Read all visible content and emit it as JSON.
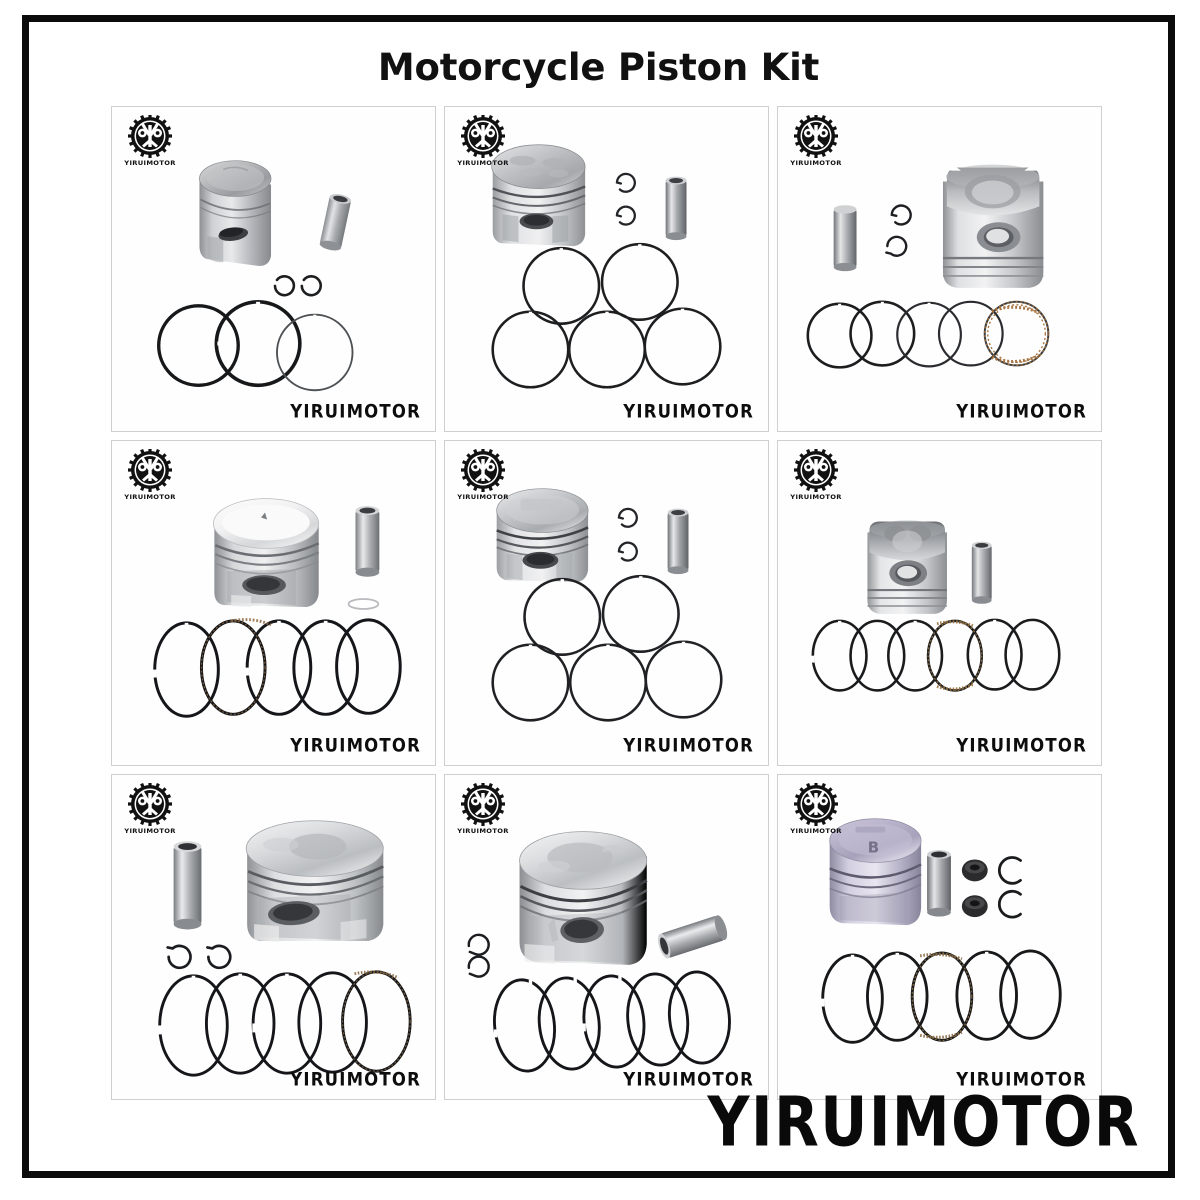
{
  "page": {
    "title": "Motorcycle Piston Kit",
    "brand": "YIRUIMOTOR",
    "border_color": "#0b0b0b",
    "background_color": "#ffffff",
    "title_color": "#111111"
  },
  "logo": {
    "name": "yiruimotor-gear-logo",
    "text": "YIRUIMOTOR",
    "color": "#111111"
  },
  "footer": {
    "watermark": "YIRUIMOTOR"
  },
  "grid": {
    "rows": 3,
    "columns": 3,
    "cells": [
      {
        "id": "cell-1",
        "watermark": "YIRUIMOTOR",
        "contents": "2-stroke piston, wrist pin, 2 circlips, 3 piston rings",
        "piston_view": "angled-top",
        "ring_count": 3,
        "clip_count": 2,
        "pin_count": 1
      },
      {
        "id": "cell-2",
        "watermark": "YIRUIMOTOR",
        "contents": "4-stroke valve-relief piston, wrist pin, 2 circlips, 5 piston rings",
        "piston_view": "angled-top",
        "ring_count": 5,
        "clip_count": 2,
        "pin_count": 1
      },
      {
        "id": "cell-3",
        "watermark": "YIRUIMOTOR",
        "contents": "Large bore piston, wrist pin, 2 circlips, 5 piston rings with oil expander",
        "piston_view": "front-bowl",
        "ring_count": 5,
        "clip_count": 2,
        "pin_count": 1
      },
      {
        "id": "cell-4",
        "watermark": "YIRUIMOTOR",
        "contents": "Dome-top piston, wrist pin, 1 circlip, 5 overlapping piston rings",
        "piston_view": "angled-dome",
        "ring_count": 5,
        "clip_count": 1,
        "pin_count": 1
      },
      {
        "id": "cell-5",
        "watermark": "YIRUIMOTOR",
        "contents": "Flat-top piston, wrist pin, 2 circlips, 5 piston rings",
        "piston_view": "angled-flat",
        "ring_count": 5,
        "clip_count": 2,
        "pin_count": 1
      },
      {
        "id": "cell-6",
        "watermark": "YIRUIMOTOR",
        "contents": "Piston front view, wrist pin, 5 overlapping piston rings with expander",
        "piston_view": "front-bowl",
        "ring_count": 5,
        "clip_count": 0,
        "pin_count": 1
      },
      {
        "id": "cell-7",
        "watermark": "YIRUIMOTOR",
        "contents": "Large angled piston, wrist pin, 2 circlips, 5 overlapping piston rings",
        "piston_view": "angled-top",
        "ring_count": 5,
        "clip_count": 2,
        "pin_count": 1
      },
      {
        "id": "cell-8",
        "watermark": "YIRUIMOTOR",
        "contents": "Large valve-relief piston, angled wrist pin, 2 circlips, 5 overlapping rings",
        "piston_view": "angled-top",
        "ring_count": 5,
        "clip_count": 2,
        "pin_count": 1
      },
      {
        "id": "cell-9",
        "watermark": "YIRUIMOTOR",
        "contents": "B-marked piston, wrist pin, 2 bushings, 2 circlips, 5 overlapping rings",
        "piston_view": "angled-flat",
        "ring_count": 5,
        "clip_count": 2,
        "pin_count": 1,
        "bushing_count": 2,
        "piston_mark": "B"
      }
    ]
  }
}
